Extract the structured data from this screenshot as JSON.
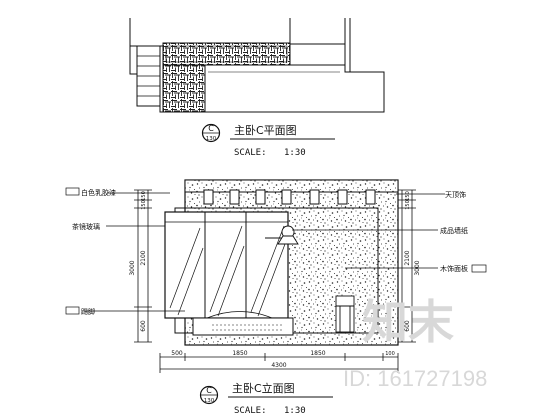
{
  "plan": {
    "title": "主卧C平面图",
    "scale_label": "SCALE:",
    "scale_value": "1:30",
    "marker_letter": "C",
    "marker_sheet": "130"
  },
  "elevation": {
    "title": "主卧C立面图",
    "scale_label": "SCALE:",
    "scale_value": "1:30",
    "marker_letter": "C",
    "marker_sheet": "130",
    "left_labels": {
      "top": "白色乳胶漆",
      "mid": "茶镜玻璃",
      "bottom": "踢脚"
    },
    "right_labels": {
      "top": "天顶饰",
      "mid": "成品墙纸",
      "lower": "木饰面板"
    },
    "left_dims": {
      "total": "3000",
      "d1": "150",
      "d2": "150",
      "d3": "2100",
      "d4": "600"
    },
    "right_dims": {
      "total": "3000",
      "d1": "150",
      "d2": "150",
      "d3": "2100",
      "d4": "600"
    },
    "bottom_dims": {
      "d1": "500",
      "d2": "1850",
      "d3": "1850",
      "d4": "100",
      "total": "4300"
    }
  },
  "watermark": {
    "brand": "知末",
    "id": "ID: 161727198"
  }
}
